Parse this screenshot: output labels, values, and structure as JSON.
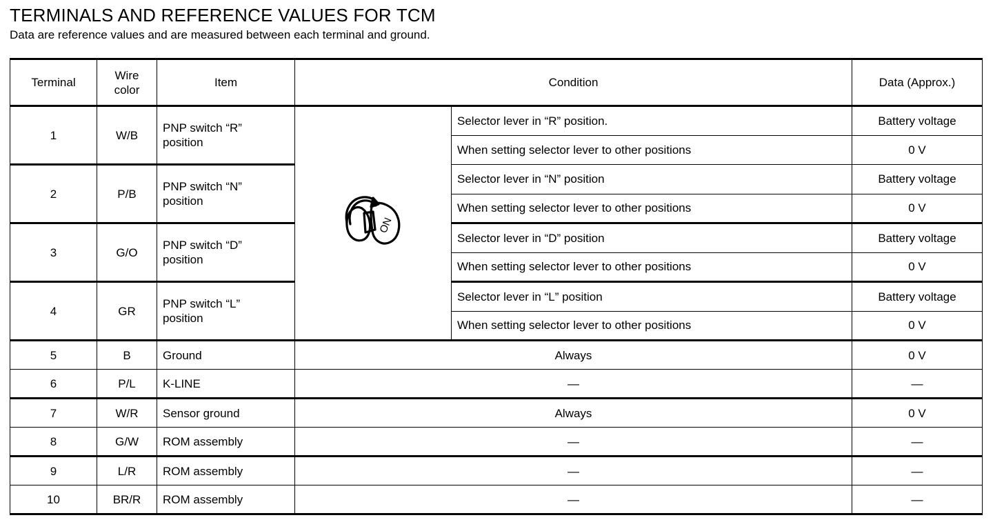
{
  "document": {
    "title": "TERMINALS AND REFERENCE VALUES FOR TCM",
    "subtitle": "Data are reference values and are measured between each terminal and ground."
  },
  "table": {
    "headers": {
      "terminal": "Terminal",
      "wire_color": "Wire color",
      "wire_color_line1": "Wire",
      "wire_color_line2": "color",
      "item": "Item",
      "condition": "Condition",
      "data": "Data (Approx.)"
    },
    "icon": {
      "name": "ignition-key-on-icon",
      "label": "ON"
    },
    "rows": [
      {
        "terminal": "1",
        "wire_color": "W/B",
        "item_line1": "PNP switch “R”",
        "item_line2": "position",
        "conditions": [
          {
            "condition": "Selector lever in “R” position.",
            "data": "Battery voltage"
          },
          {
            "condition": "When setting selector lever to other positions",
            "data": "0 V"
          }
        ]
      },
      {
        "terminal": "2",
        "wire_color": "P/B",
        "item_line1": "PNP switch “N”",
        "item_line2": "position",
        "conditions": [
          {
            "condition": "Selector lever in “N” position",
            "data": "Battery voltage"
          },
          {
            "condition": "When setting selector lever to other positions",
            "data": "0 V"
          }
        ]
      },
      {
        "terminal": "3",
        "wire_color": "G/O",
        "item_line1": "PNP switch “D”",
        "item_line2": "position",
        "conditions": [
          {
            "condition": "Selector lever in “D” position",
            "data": "Battery voltage"
          },
          {
            "condition": "When setting selector lever to other positions",
            "data": "0 V"
          }
        ]
      },
      {
        "terminal": "4",
        "wire_color": "GR",
        "item_line1": "PNP switch “L”",
        "item_line2": "position",
        "conditions": [
          {
            "condition": "Selector lever in “L” position",
            "data": "Battery voltage"
          },
          {
            "condition": "When setting selector lever to other positions",
            "data": "0 V"
          }
        ]
      }
    ],
    "simple_rows": [
      {
        "terminal": "5",
        "wire_color": "B",
        "item": "Ground",
        "condition": "Always",
        "data": "0 V"
      },
      {
        "terminal": "6",
        "wire_color": "P/L",
        "item": "K-LINE",
        "condition": "—",
        "data": "—"
      },
      {
        "terminal": "7",
        "wire_color": "W/R",
        "item": "Sensor ground",
        "condition": "Always",
        "data": "0 V"
      },
      {
        "terminal": "8",
        "wire_color": "G/W",
        "item": "ROM assembly",
        "condition": "—",
        "data": "—"
      },
      {
        "terminal": "9",
        "wire_color": "L/R",
        "item": "ROM assembly",
        "condition": "—",
        "data": "—"
      },
      {
        "terminal": "10",
        "wire_color": "BR/R",
        "item": "ROM assembly",
        "condition": "—",
        "data": "—"
      }
    ]
  },
  "colors": {
    "text": "#000000",
    "background": "#ffffff",
    "border": "#000000"
  }
}
